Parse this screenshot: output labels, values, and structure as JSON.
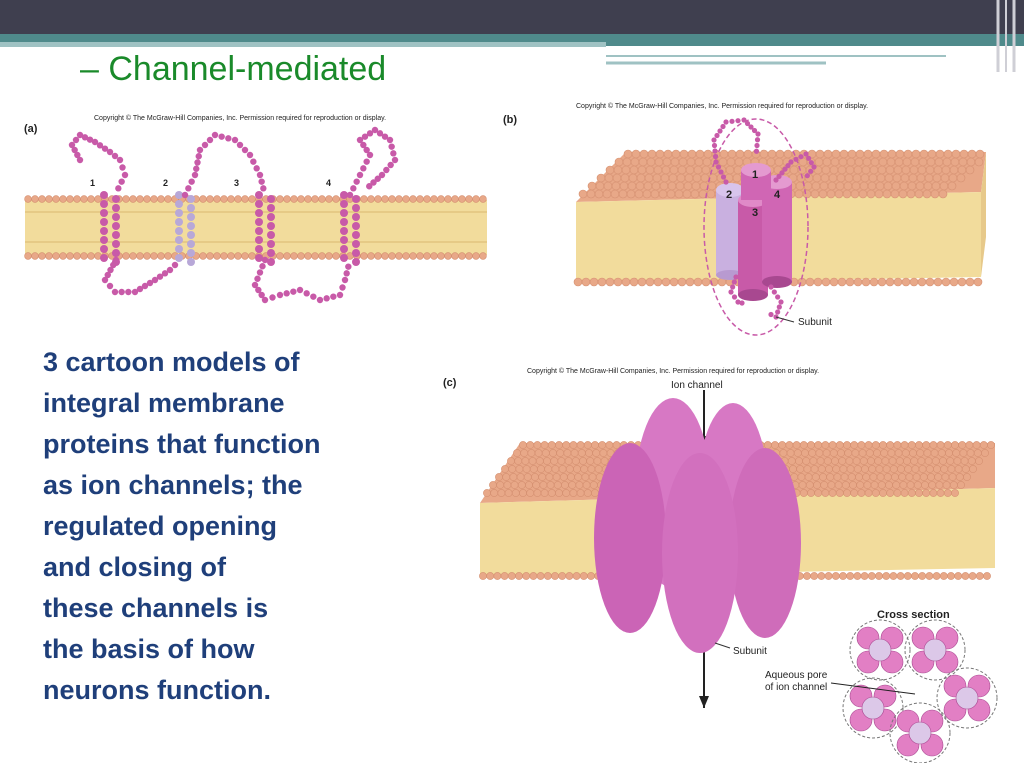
{
  "slide": {
    "title": "– Channel-mediated",
    "body_lines": [
      "3 cartoon models of",
      "integral membrane",
      "proteins that function",
      "as ion channels; the",
      "regulated opening",
      "and closing of",
      "these channels is",
      "the basis of how",
      "neurons function."
    ]
  },
  "figure_a": {
    "panel_label": "(a)",
    "copyright": "Copyright © The McGraw-Hill Companies, Inc. Permission required for reproduction or display.",
    "segment_labels": [
      "1",
      "2",
      "3",
      "4"
    ]
  },
  "figure_b": {
    "panel_label": "(b)",
    "copyright": "Copyright © The McGraw-Hill Companies, Inc. Permission required for reproduction or display.",
    "subunit_numbers": [
      "1",
      "2",
      "3",
      "4"
    ],
    "subunit_label": "Subunit"
  },
  "figure_c": {
    "panel_label": "(c)",
    "copyright": "Copyright © The McGraw-Hill Companies, Inc. Permission required for reproduction or display.",
    "ion_channel_label": "Ion channel",
    "subunit_label": "Subunit",
    "cross_section_label": "Cross section",
    "pore_label_line1": "Aqueous pore",
    "pore_label_line2": "of ion channel"
  },
  "colors": {
    "title": "#1a8a2a",
    "body_text": "#1f3f7a",
    "protein": "#c85aa8",
    "protein_light": "#b8a8d8",
    "lipid_head": "#e8a888",
    "lipid_tail": "#f2dc9c",
    "top_bar": "#3f3f4f",
    "teal_bar": "#4f8a8b"
  }
}
